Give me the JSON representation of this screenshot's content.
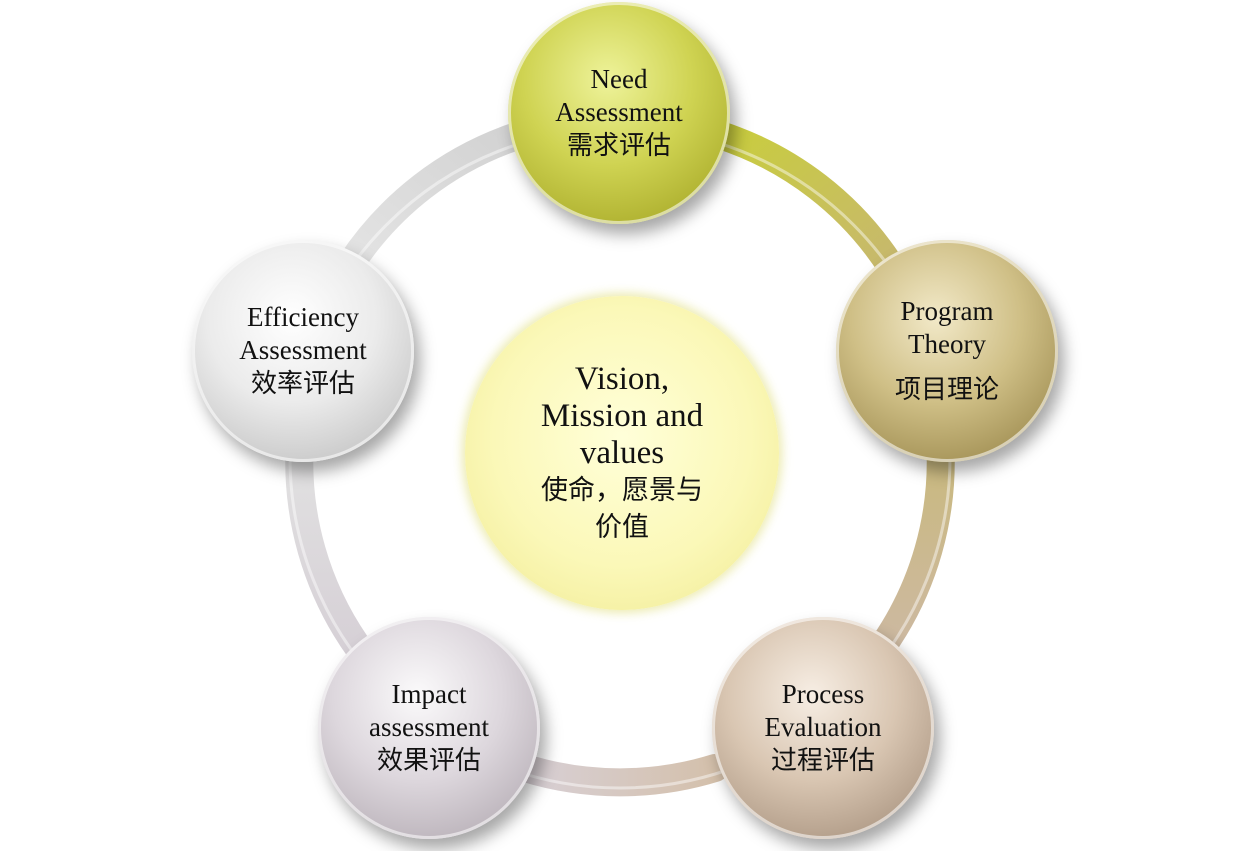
{
  "diagram": {
    "center": {
      "lines_en": [
        "Vision,",
        "Mission and",
        "values"
      ],
      "lines_zh": [
        "使命，愿景与",
        "价值"
      ]
    },
    "nodes": {
      "need": {
        "lines_en": [
          "Need",
          "Assessment"
        ],
        "lines_zh": [
          "需求评估"
        ]
      },
      "program": {
        "lines_en": [
          "Program",
          "Theory"
        ],
        "lines_zh": [
          "项目理论"
        ]
      },
      "process": {
        "lines_en": [
          "Process",
          "Evaluation"
        ],
        "lines_zh": [
          "过程评估"
        ]
      },
      "impact": {
        "lines_en": [
          "Impact",
          "assessment"
        ],
        "lines_zh": [
          "效果评估"
        ]
      },
      "efficiency": {
        "lines_en": [
          "Efficiency",
          "Assessment"
        ],
        "lines_zh": [
          "效率评估"
        ]
      }
    },
    "colors": {
      "need": "#cfd352",
      "program": "#cfbf86",
      "process": "#d9c6b2",
      "impact": "#ddd7dd",
      "efficiency": "#ebebeb",
      "center": "#fbf8b8"
    }
  }
}
